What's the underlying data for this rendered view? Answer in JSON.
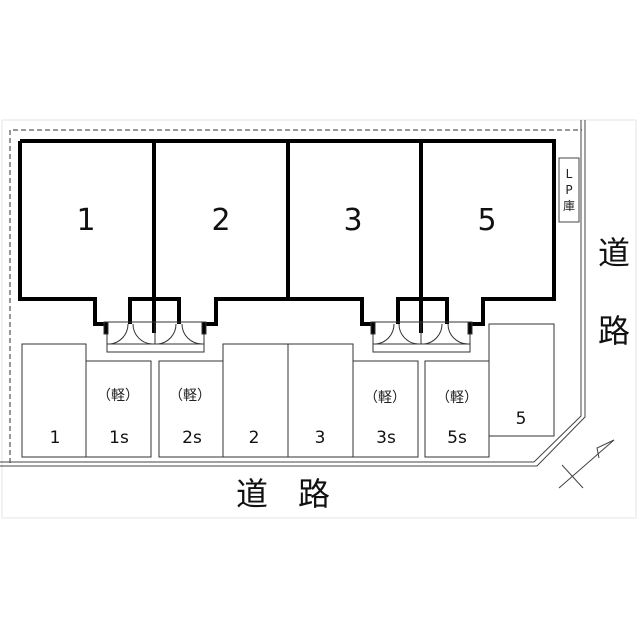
{
  "site_plan": {
    "units": [
      {
        "id": "unit-1",
        "label": "1"
      },
      {
        "id": "unit-2",
        "label": "2"
      },
      {
        "id": "unit-3",
        "label": "3"
      },
      {
        "id": "unit-5",
        "label": "5"
      }
    ],
    "parking": [
      {
        "id": "parking-1",
        "label": "1",
        "kei": ""
      },
      {
        "id": "parking-1s",
        "label": "1s",
        "kei": "（軽）"
      },
      {
        "id": "parking-2s",
        "label": "2s",
        "kei": "（軽）"
      },
      {
        "id": "parking-2",
        "label": "2",
        "kei": ""
      },
      {
        "id": "parking-3",
        "label": "3",
        "kei": ""
      },
      {
        "id": "parking-3s",
        "label": "3s",
        "kei": "（軽）"
      },
      {
        "id": "parking-5s",
        "label": "5s",
        "kei": "（軽）"
      },
      {
        "id": "parking-5",
        "label": "5",
        "kei": ""
      }
    ],
    "lp_storage": {
      "line1": "L",
      "line2": "P",
      "line3": "庫"
    },
    "road_south": {
      "char1": "道",
      "char2": "路"
    },
    "road_east": {
      "char1": "道",
      "char2": "路"
    },
    "north_arrow": "north-arrow"
  }
}
